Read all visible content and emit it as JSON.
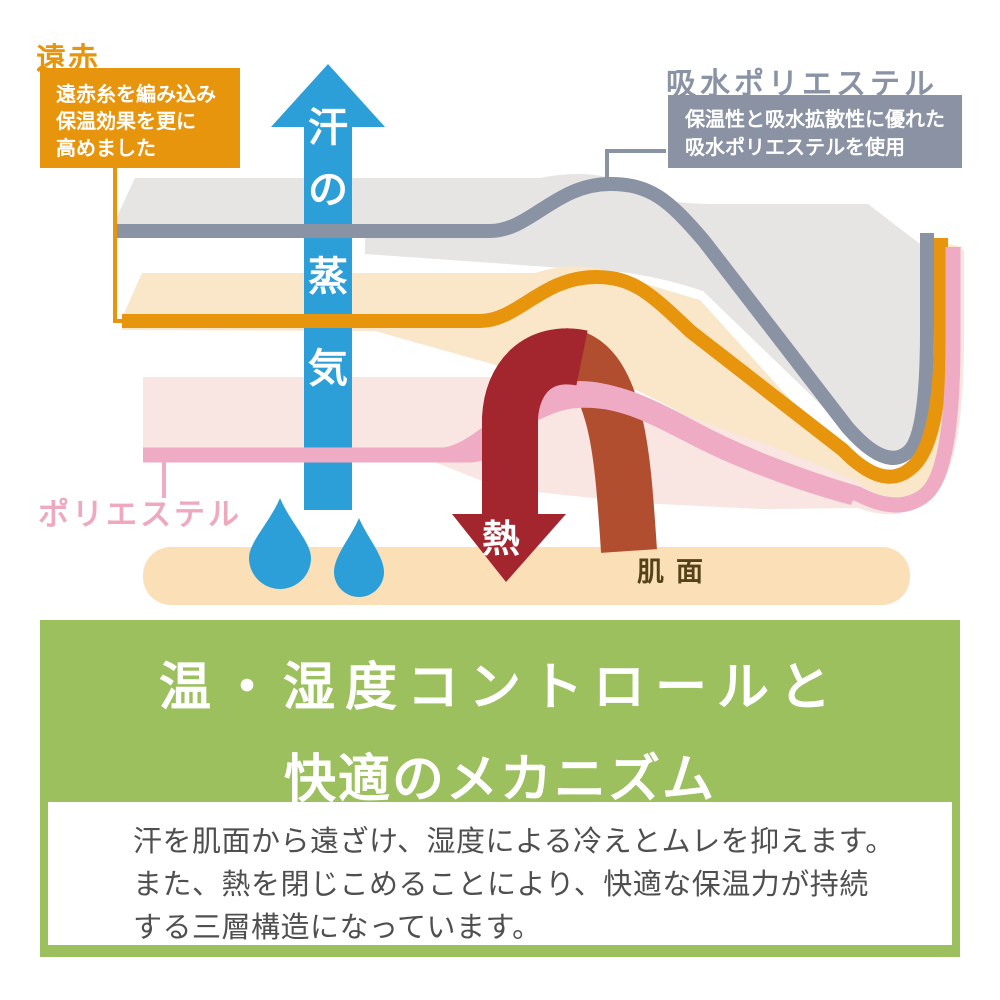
{
  "diagram": {
    "enseki": {
      "title": "遠赤",
      "lines": [
        "遠赤糸を編み込み",
        "保温効果を更に",
        "高めました"
      ]
    },
    "kyusui": {
      "title": "吸水ポリエステル",
      "lines": [
        "保温性と吸水拡散性に優れた",
        "吸水ポリエステルを使用"
      ]
    },
    "sweat_arrow_chars": [
      "汗",
      "の",
      "蒸",
      "気"
    ],
    "polyester_label": "ポリエステル",
    "heat_label": "熱",
    "skin_label": "肌面",
    "colors": {
      "orange": "#E8950E",
      "gray": "#8A93A4",
      "gray_fill": "#E6E5E3",
      "cream_fill": "#FAE7CA",
      "pink": "#EFABC3",
      "pink_fill": "#F9E5E1",
      "blue": "#2D9FD8",
      "dark_red": "#A3262E",
      "brick_red": "#B14E30",
      "skin": "#FBDFB6",
      "skin_text": "#54431A",
      "green": "#9CC05E"
    }
  },
  "panel": {
    "title_lines": [
      "温・湿度コントロールと",
      "快適のメカニズム"
    ],
    "body_lines": [
      "汗を肌面から遠ざけ、湿度による冷えとムレを抑えます。",
      "また、熱を閉じこめることにより、快適な保温力が持続",
      "する三層構造になっています。"
    ]
  }
}
